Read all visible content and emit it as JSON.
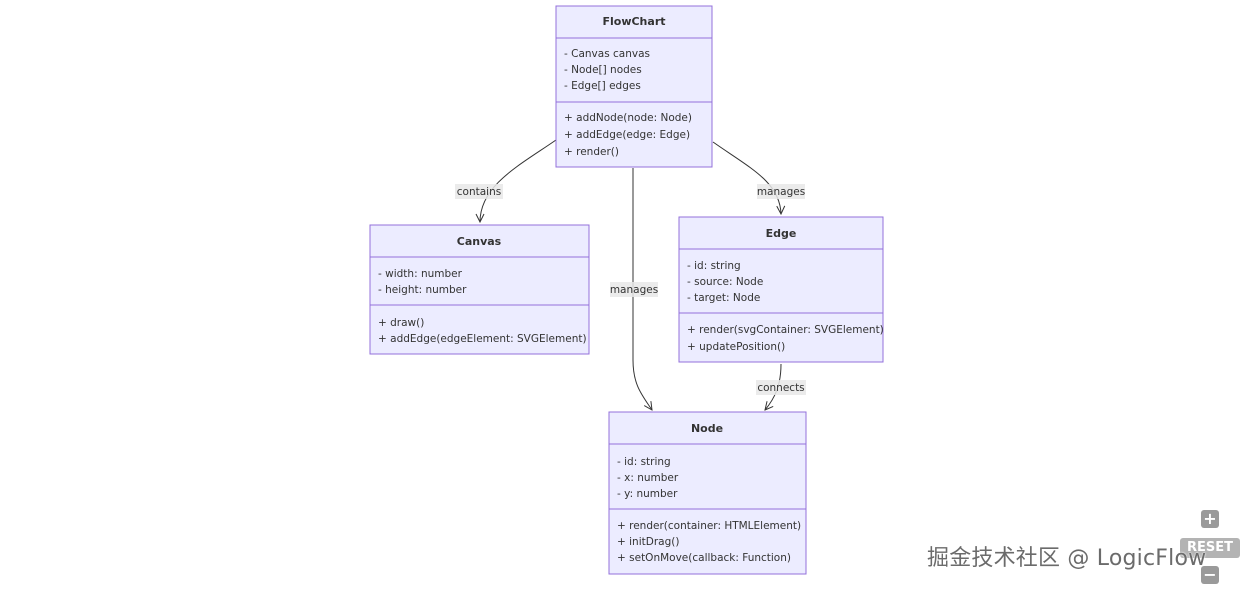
{
  "classes": {
    "flowchart": {
      "name": "FlowChart",
      "attributes": [
        "- Canvas canvas",
        "- Node[] nodes",
        "- Edge[] edges"
      ],
      "methods": [
        "+ addNode(node: Node)",
        "+ addEdge(edge: Edge)",
        "+ render()"
      ]
    },
    "canvas": {
      "name": "Canvas",
      "attributes": [
        "- width: number",
        "- height: number"
      ],
      "methods": [
        "+ draw()",
        "+ addEdge(edgeElement: SVGElement)"
      ]
    },
    "edge": {
      "name": "Edge",
      "attributes": [
        "- id: string",
        "- source: Node",
        "- target: Node"
      ],
      "methods": [
        "+ render(svgContainer: SVGElement)",
        "+ updatePosition()"
      ]
    },
    "node": {
      "name": "Node",
      "attributes": [
        "- id: string",
        "- x: number",
        "- y: number"
      ],
      "methods": [
        "+ render(container: HTMLElement)",
        "+ initDrag()",
        "+ setOnMove(callback: Function)"
      ]
    }
  },
  "relations": {
    "flowchart_canvas": "contains",
    "flowchart_edge": "manages",
    "flowchart_node": "manages",
    "edge_node": "connects"
  },
  "watermark": "掘金技术社区 @ LogicFlow",
  "controls": {
    "zoom_in": "+",
    "reset": "RESET",
    "zoom_out": "−"
  },
  "colors": {
    "box_fill": "#ececff",
    "box_stroke": "#9370db",
    "edge_stroke": "#333333"
  }
}
